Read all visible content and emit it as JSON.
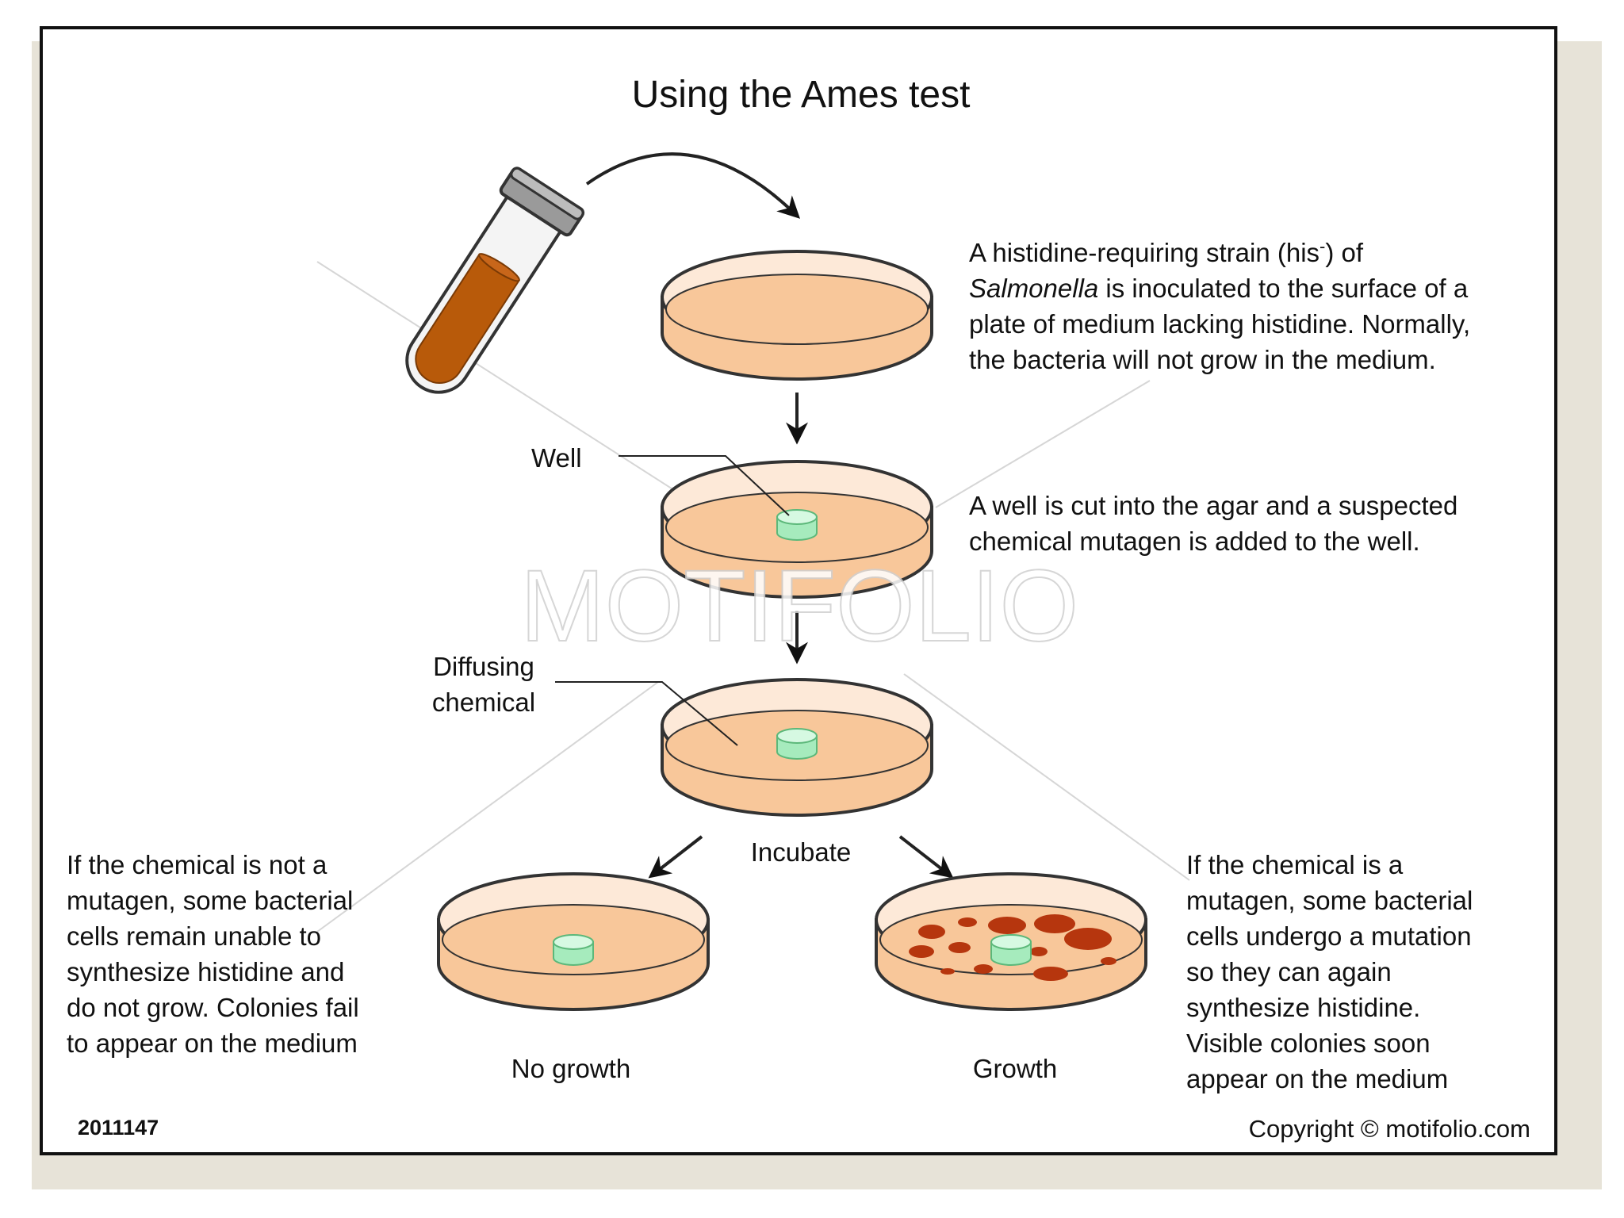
{
  "diagram": {
    "title": "Using the Ames test",
    "step1_text": {
      "line1": "A histidine-requiring strain (his",
      "superscript": "-",
      "line1_end": ") of",
      "italic": "Salmonella",
      "rest": " is inoculated to the surface of a\nplate of medium lacking histidine. Normally,\nthe bacteria will not grow in the medium."
    },
    "step2_text": "A well is cut into the agar and a suspected\nchemical mutagen is added to the well.",
    "label_well": "Well",
    "label_diffusing": "Diffusing\nchemical",
    "label_incubate": "Incubate",
    "outcome_not_mutagen": "If the chemical is not a\nmutagen, some bacterial\ncells remain unable to\nsynthesize histidine and\ndo not grow. Colonies fail\nto appear on the medium",
    "outcome_mutagen": "If the chemical is a\nmutagen, some bacterial\ncells undergo a mutation\nso they can again\nsynthesize histidine.\nVisible colonies soon\nappear on the medium",
    "label_no_growth": "No growth",
    "label_growth": "Growth",
    "figure_id": "2011147",
    "copyright": "Copyright © motifolio.com",
    "watermark": "MOTIFOLIO"
  },
  "colors": {
    "frame": "#111111",
    "agar": "#f8c79a",
    "dish_rim": "#fde9d8",
    "well": "#b5f0c8",
    "broth": "#b85a0a",
    "colony": "#b6360e",
    "tube_cap": "#8f8f8f"
  }
}
